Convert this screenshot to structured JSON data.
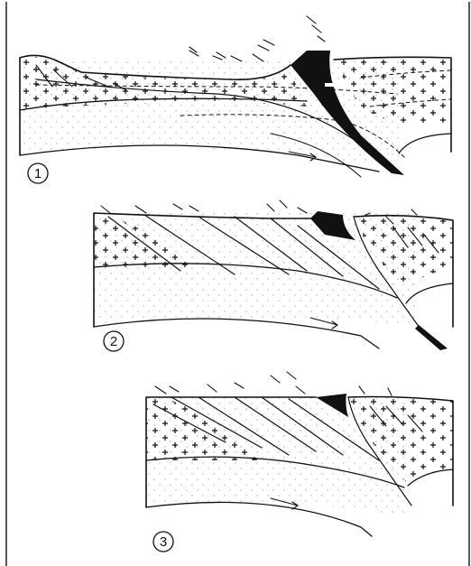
{
  "figure": {
    "border_color": "#222222",
    "ink_color": "#111111",
    "dot_color": "#9a9a9a",
    "panels": [
      {
        "id": "panel-1",
        "label": "1"
      },
      {
        "id": "panel-2",
        "label": "2"
      },
      {
        "id": "panel-3",
        "label": "3"
      }
    ]
  }
}
